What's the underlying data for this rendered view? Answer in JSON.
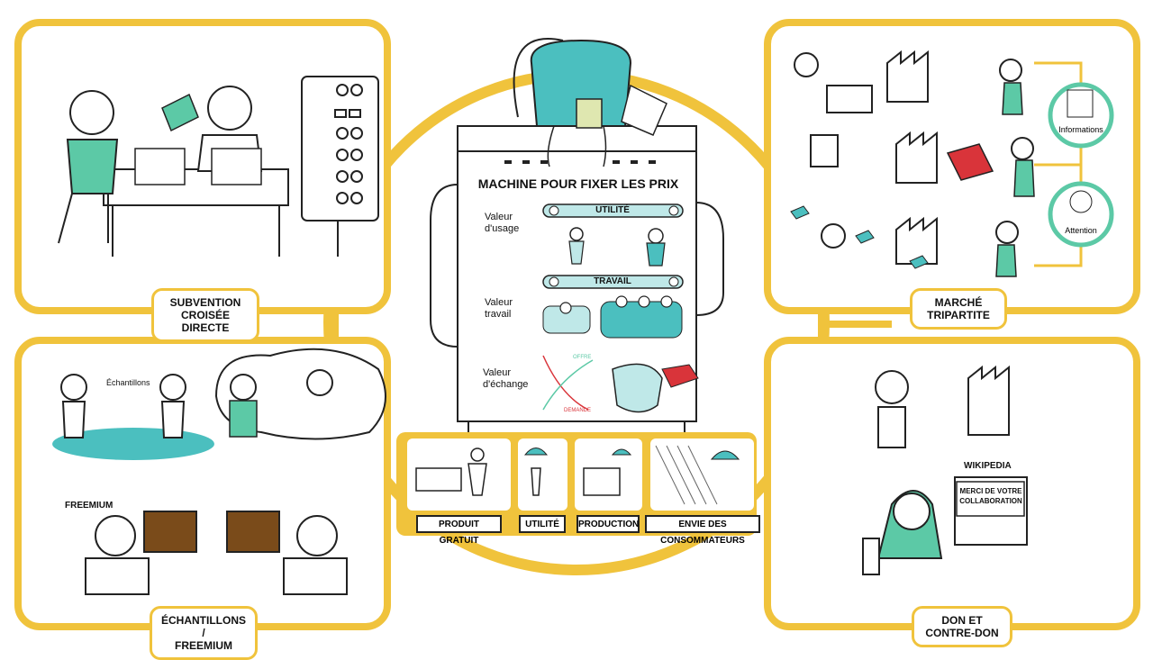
{
  "machine": {
    "title": "MACHINE POUR FIXER LES PRIX",
    "rows": [
      {
        "label_line1": "Valeur",
        "label_line2": "d'usage",
        "slider": "UTILITÉ"
      },
      {
        "label_line1": "Valeur",
        "label_line2": "travail",
        "slider": "TRAVAIL"
      },
      {
        "label_line1": "Valeur",
        "label_line2": "d'échange"
      }
    ],
    "graph_offre": "OFFRE",
    "graph_demande": "DEMANDE"
  },
  "panels": {
    "top_left": {
      "label_line1": "SUBVENTION",
      "label_line2": "CROISÉE DIRECTE"
    },
    "top_right": {
      "label_line1": "MARCHÉ",
      "label_line2": "TRIPARTITE",
      "circle1": "Informations",
      "circle2": "Attention"
    },
    "bottom_left": {
      "label_line1": "ÉCHANTILLONS /",
      "label_line2": "FREEMIUM",
      "echantillons": "Échantillons",
      "freemium": "FREEMIUM"
    },
    "bottom_right": {
      "label_line1": "DON ET",
      "label_line2": "CONTRE-DON",
      "wikipedia": "WIKIPEDIA",
      "screen_line1": "MERCI DE VOTRE",
      "screen_line2": "COLLABORATION"
    }
  },
  "captions": [
    "PRODUIT GRATUIT",
    "UTILITÉ",
    "PRODUCTION",
    "ENVIE DES CONSOMMATEURS"
  ],
  "colors": {
    "frame": "#f0c33c",
    "accent": "#5cc9a6",
    "teal": "#4bbfbf",
    "red": "#d9343a",
    "ink": "#222222"
  }
}
